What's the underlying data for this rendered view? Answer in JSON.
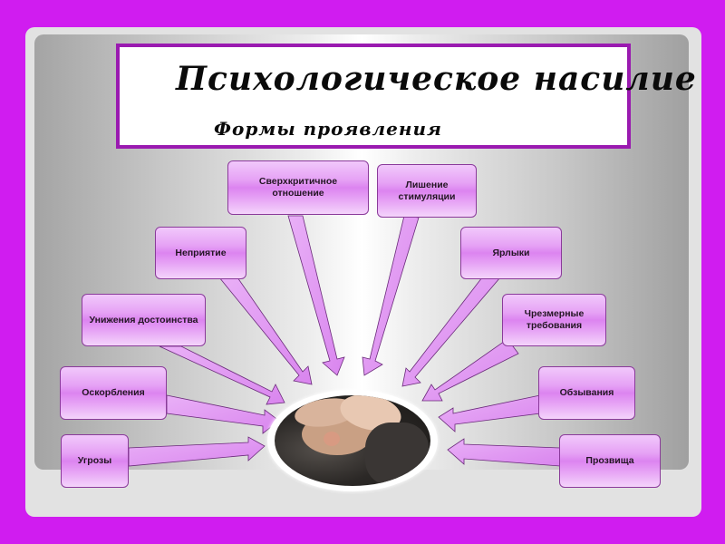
{
  "slide": {
    "title": "Психологическое насилие",
    "subtitle": "Формы проявления",
    "colors": {
      "background": "#d01cf0",
      "title_border": "#9a1ab0",
      "box_fill": "#e6a2f5",
      "arrow_fill": "#e29af4"
    }
  },
  "diagram": {
    "center": {
      "icon": "distressed-person-photo"
    },
    "nodes_left": [
      {
        "label": "Сверхкритичное отношение"
      },
      {
        "label": "Неприятие"
      },
      {
        "label": "Унижения достоинства"
      },
      {
        "label": "Оскорбления"
      },
      {
        "label": "Угрозы"
      }
    ],
    "nodes_right": [
      {
        "label": "Лишение стимуляции"
      },
      {
        "label": "Ярлыки"
      },
      {
        "label": "Чрезмерные требования"
      },
      {
        "label": "Обзывания"
      },
      {
        "label": "Прозвища"
      }
    ]
  }
}
